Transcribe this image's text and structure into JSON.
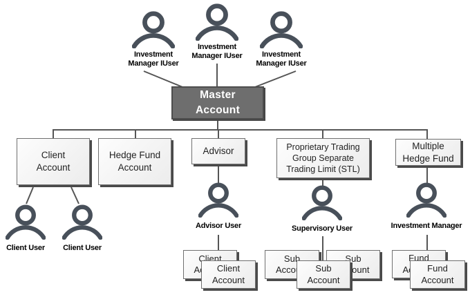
{
  "colors": {
    "icon_color": "#48505a",
    "line_color": "#555555",
    "master_fill": "#6e6e6e",
    "master_border": "#4d4d4d",
    "master_text": "#ffffff",
    "box_border": "#6f6f6f",
    "box_shadow": "#4a4a4a",
    "box_text": "#222222",
    "label_text": "#000000"
  },
  "master": {
    "label": "Master\nAccount"
  },
  "top_users": [
    {
      "label": "Investment\nManager IUser"
    },
    {
      "label": "Investment\nManager IUser"
    },
    {
      "label": "Investment\nManager IUser"
    }
  ],
  "accounts_row": [
    {
      "label": "Client\nAccount"
    },
    {
      "label": "Hedge Fund\nAccount"
    },
    {
      "label": "Advisor"
    },
    {
      "label": "Proprietary Trading\nGroup Separate\nTrading Limit (STL)"
    },
    {
      "label": "Multiple\nHedge Fund"
    }
  ],
  "client_branch": {
    "users": [
      {
        "label": "Client User"
      },
      {
        "label": "Client User"
      }
    ]
  },
  "advisor_branch": {
    "user": {
      "label": "Advisor User"
    },
    "accounts": [
      {
        "label": "Client\nAccount"
      },
      {
        "label": "Client\nAccount"
      }
    ]
  },
  "stl_branch": {
    "user": {
      "label": "Supervisory User"
    },
    "accounts": [
      {
        "label": "Sub\nAccount"
      },
      {
        "label": "Sub\nAccount"
      },
      {
        "label": "Sub\nAccount"
      }
    ]
  },
  "multi_hedge_branch": {
    "user": {
      "label": "Investment Manager"
    },
    "accounts": [
      {
        "label": "Fund\nAccount"
      },
      {
        "label": "Fund\nAccount"
      }
    ]
  }
}
